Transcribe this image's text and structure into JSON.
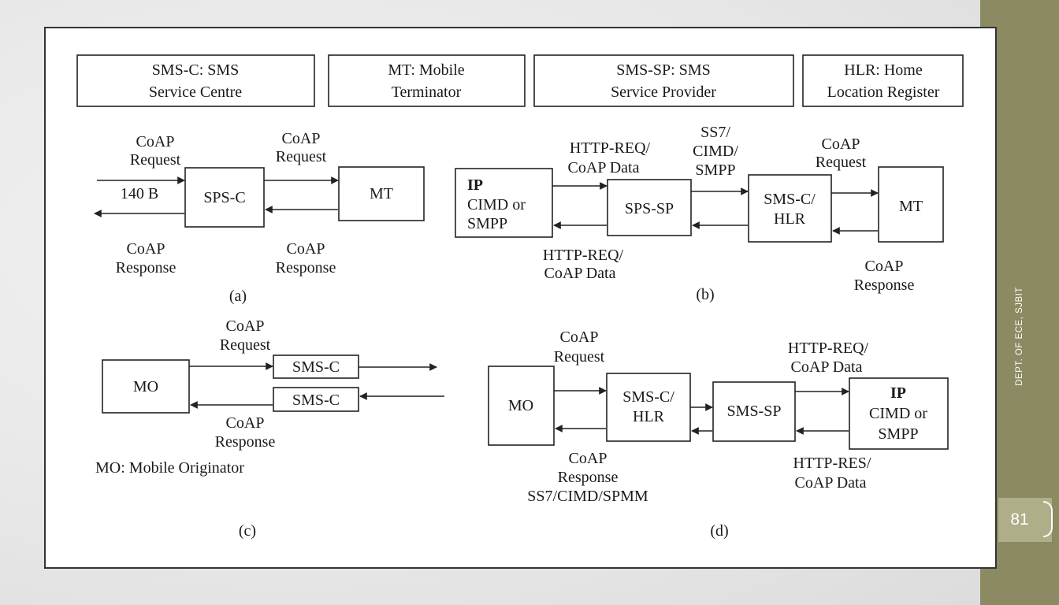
{
  "legend": {
    "sms_c": [
      "SMS-C: SMS",
      "Service Centre"
    ],
    "mt": [
      "MT: Mobile",
      "Terminator"
    ],
    "sms_sp": [
      "SMS-SP: SMS",
      "Service Provider"
    ],
    "hlr": [
      "HLR: Home",
      "Location Register"
    ]
  },
  "panel_a": {
    "req_in": [
      "CoAP",
      "Request"
    ],
    "size": "140 B",
    "sps_c": "SPS-C",
    "req_out": [
      "CoAP",
      "Request"
    ],
    "mt": "MT",
    "resp_left": [
      "CoAP",
      "Response"
    ],
    "resp_right": [
      "CoAP",
      "Response"
    ],
    "caption": "(a)"
  },
  "panel_b": {
    "ip": "IP",
    "ip_lines": [
      "CIMD or",
      "SMPP"
    ],
    "http_top": [
      "HTTP-REQ/",
      "CoAP Data"
    ],
    "sps_sp": "SPS-SP",
    "http_bottom": [
      "HTTP-REQ/",
      "CoAP Data"
    ],
    "ss7": [
      "SS7/",
      "CIMD/",
      "SMPP"
    ],
    "smsc_hlr": [
      "SMS-C/",
      "HLR"
    ],
    "coap_req": [
      "CoAP",
      "Request"
    ],
    "mt": "MT",
    "coap_resp": [
      "CoAP",
      "Response"
    ],
    "caption": "(b)"
  },
  "panel_c": {
    "mo": "MO",
    "req": [
      "CoAP",
      "Request"
    ],
    "smsc_top": "SMS-C",
    "smsc_bottom": "SMS-C",
    "resp": [
      "CoAP",
      "Response"
    ],
    "mo_def": "MO: Mobile Originator",
    "caption": "(c)"
  },
  "panel_d": {
    "req": [
      "CoAP",
      "Request"
    ],
    "mo": "MO",
    "smsc_hlr": [
      "SMS-C/",
      "HLR"
    ],
    "sms_sp": "SMS-SP",
    "http_req": [
      "HTTP-REQ/",
      "CoAP Data"
    ],
    "ip": "IP",
    "ip_lines": [
      "CIMD or",
      "SMPP"
    ],
    "resp": [
      "CoAP",
      "Response",
      "SS7/CIMD/SPMM"
    ],
    "http_res": [
      "HTTP-RES/",
      "CoAP Data"
    ],
    "caption": "(d)"
  },
  "sidebar": {
    "dept": "DEPT. OF ECE, SJBIT",
    "page_number": "81"
  }
}
